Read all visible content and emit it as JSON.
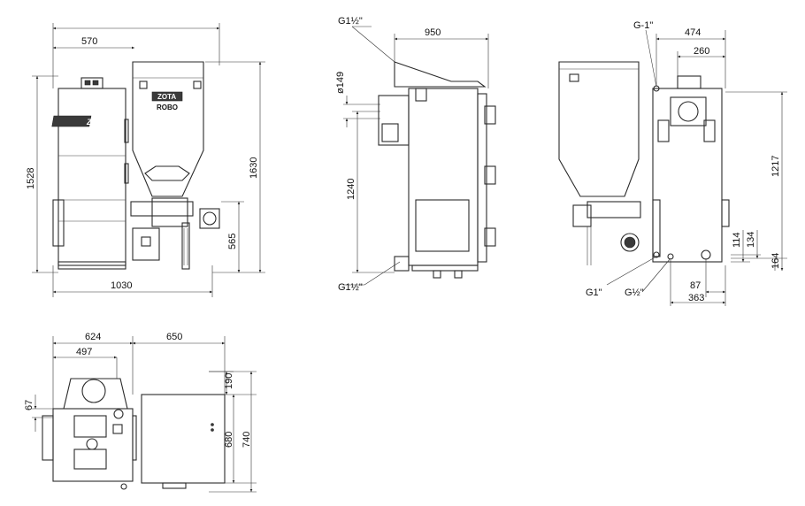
{
  "front_view": {
    "width_top": "570",
    "width_bottom": "1030",
    "height_boiler": "1528",
    "height_total": "1630",
    "auger_height": "565",
    "brand": "ZOTA",
    "hopper_brand": "ZOTA",
    "hopper_model": "ROBO"
  },
  "side_view": {
    "depth": "950",
    "flue_diameter": "ø149",
    "flue_axis_height": "1240",
    "inlet_top": "G1½\"",
    "outlet_bottom": "G1½\""
  },
  "rear_view": {
    "connection_top": "G-1\"",
    "width_474": "474",
    "width_260": "260",
    "height_1217": "1217",
    "height_114": "114",
    "height_134": "134",
    "height_164": "164",
    "offset_87": "87",
    "offset_363": "363",
    "connection_g1": "G1\"",
    "connection_g_half": "G½\""
  },
  "top_view": {
    "width_624": "624",
    "width_497": "497",
    "width_650": "650",
    "depth_67": "67",
    "depth_190": "190",
    "depth_680": "680",
    "depth_740": "740"
  }
}
